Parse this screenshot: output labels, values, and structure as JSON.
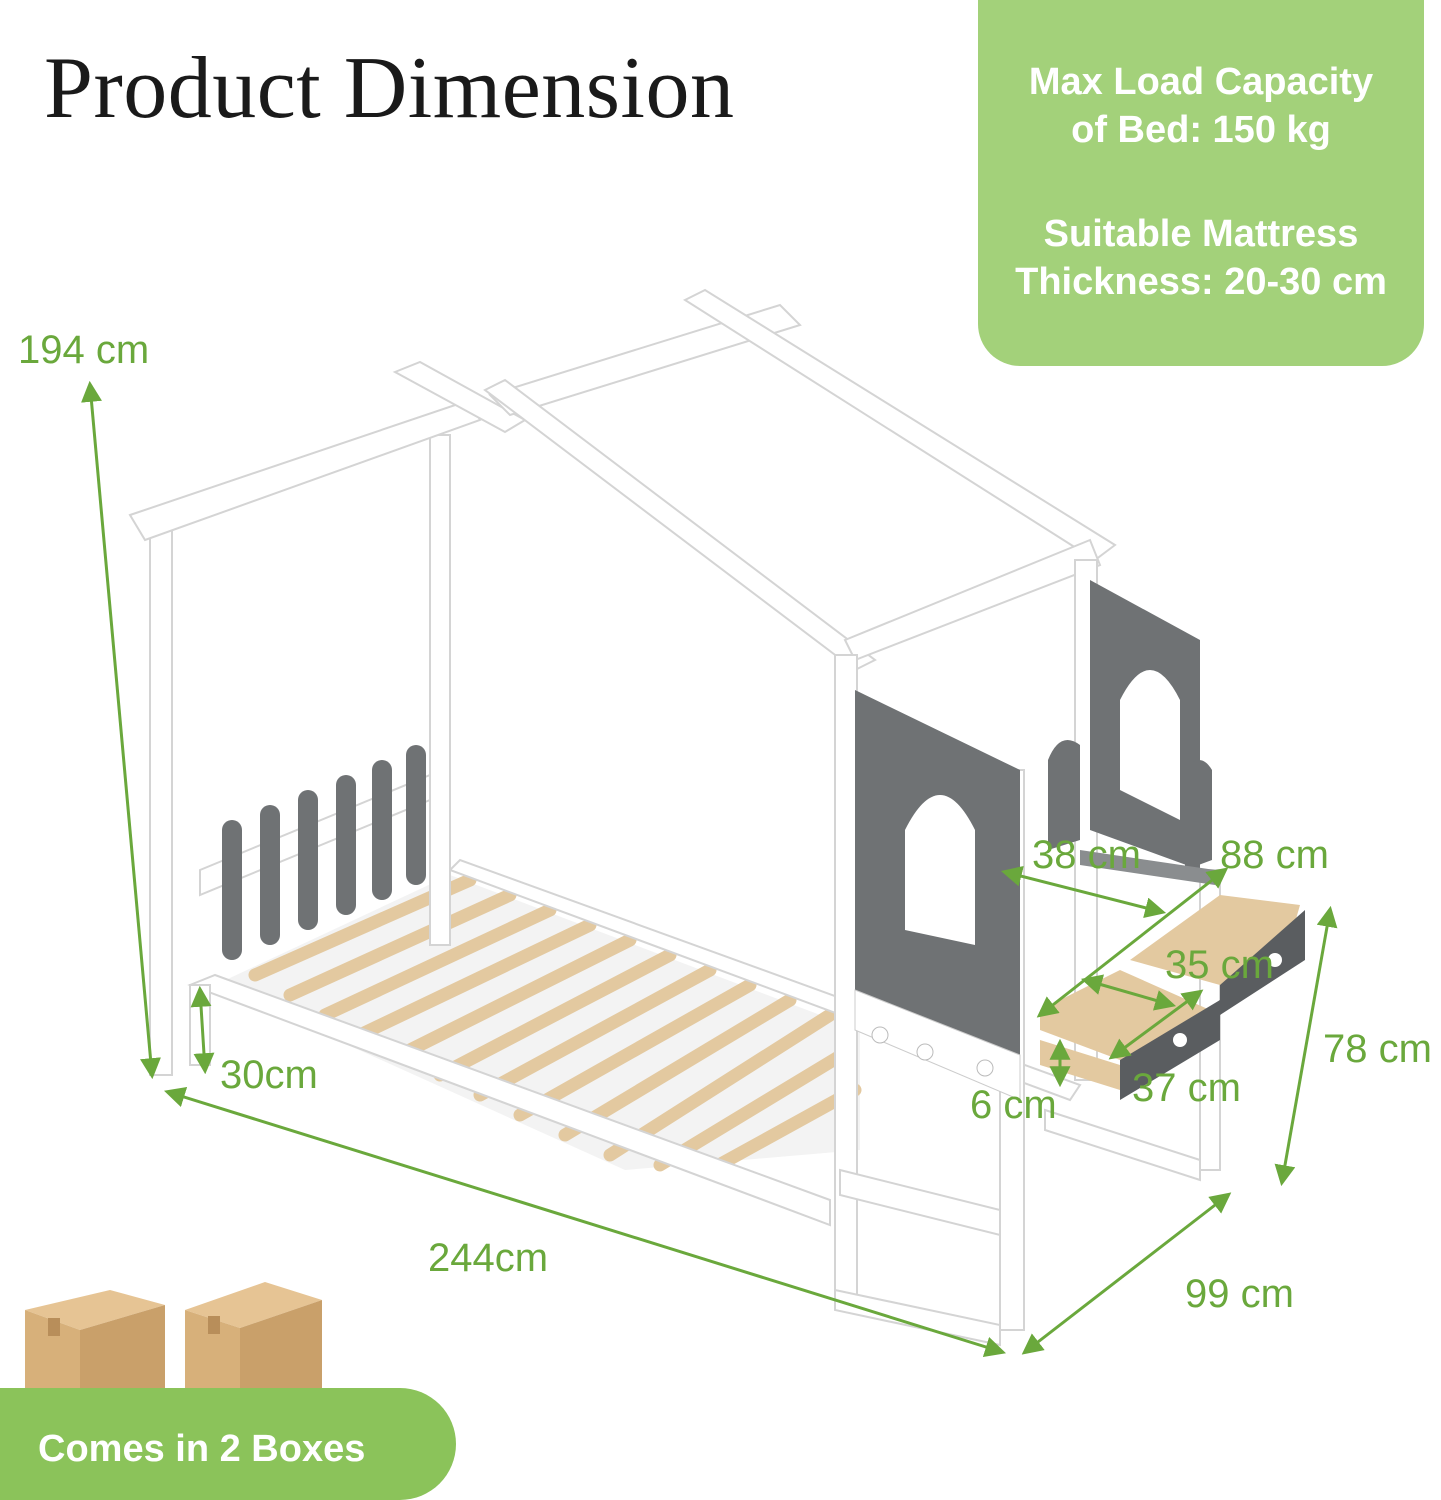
{
  "title": "Product Dimension",
  "specs": {
    "load_line1": "Max Load Capacity",
    "load_line2": "of Bed: 150 kg",
    "mattress_line1": "Suitable Mattress",
    "mattress_line2": "Thickness: 20-30 cm"
  },
  "dimensions": {
    "height": "194 cm",
    "length": "244cm",
    "width": "99 cm",
    "rail_height": "30cm",
    "shelf_width": "38 cm",
    "shelf_depth": "88 cm",
    "drawer_height": "78 cm",
    "drawer_inner": "35 cm",
    "drawer_length": "37 cm",
    "drawer_depth": "6 cm"
  },
  "packaging": {
    "label": "Comes in 2 Boxes",
    "box_count": 2
  },
  "colors": {
    "accent_green": "#a3d17a",
    "dimension_green": "#6aa83c",
    "frame_white": "#ffffff",
    "panel_gray": "#6f7274",
    "slat_wood": "#e3c9a0"
  }
}
